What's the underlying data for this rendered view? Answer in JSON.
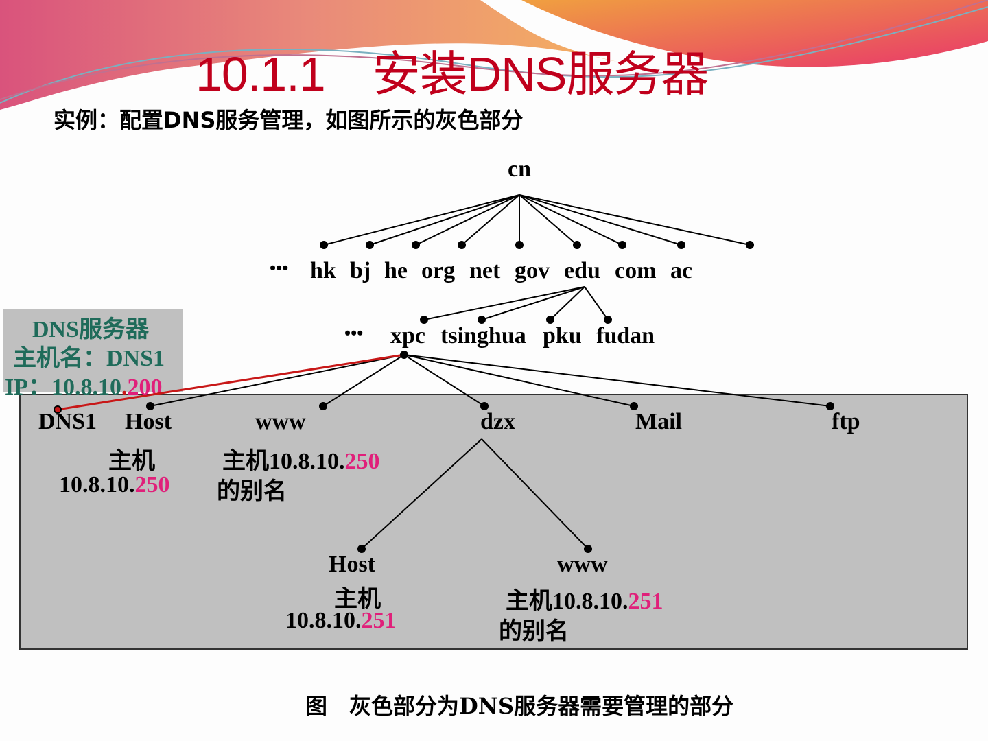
{
  "slide": {
    "title": "10.1.1　安装DNS服务器",
    "subtitle": "实例：配置DNS服务管理，如图所示的灰色部分",
    "caption": "图　灰色部分为DNS服务器需要管理的部分"
  },
  "tree": {
    "root": "cn",
    "ellipsis": "•••",
    "level1": [
      "hk",
      "bj",
      "he",
      "org",
      "net",
      "gov",
      "edu",
      "com",
      "ac"
    ],
    "level2": [
      "xpc",
      "tsinghua",
      "pku",
      "fudan"
    ],
    "level3": [
      "DNS1",
      "Host",
      "www",
      "dzx",
      "Mail",
      "ftp"
    ],
    "host_desc": {
      "line1": "主机",
      "ip_prefix": "10.8.10.",
      "ip_suffix": "250"
    },
    "www_desc": {
      "prefix": "主机10.8.10.",
      "suffix": "250",
      "line2": "的别名"
    },
    "level4": [
      "Host",
      "www"
    ],
    "host2_desc": {
      "line1": "主机",
      "ip_prefix": "10.8.10.",
      "ip_suffix": "251"
    },
    "www2_desc": {
      "prefix": "主机10.8.10.",
      "suffix": "251",
      "line2": "的别名"
    }
  },
  "callout": {
    "line1": "DNS服务器",
    "line2": "主机名：DNS1",
    "ip_prefix": "IP：10.8.10",
    "ip_dot": ".",
    "ip_suffix": "200"
  },
  "colors": {
    "title": "#c0001c",
    "highlight": "#e0207a",
    "callout_text": "#1f6b5a",
    "managed_area": "#c0c0c0",
    "dns_link": "#c81818"
  }
}
